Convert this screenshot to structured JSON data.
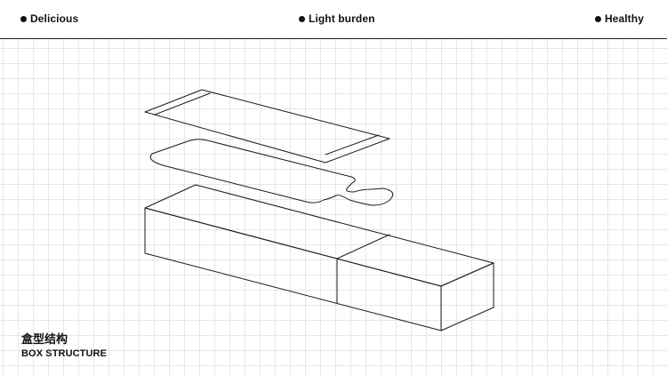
{
  "header": {
    "tags": [
      {
        "label": "Delicious"
      },
      {
        "label": "Light burden"
      },
      {
        "label": "Healthy"
      }
    ]
  },
  "caption": {
    "chinese": "盒型结构",
    "english": "BOX STRUCTURE"
  },
  "colors": {
    "line": "#1a1a1a",
    "grid": "#e6e6e6",
    "background": "#ffffff"
  }
}
